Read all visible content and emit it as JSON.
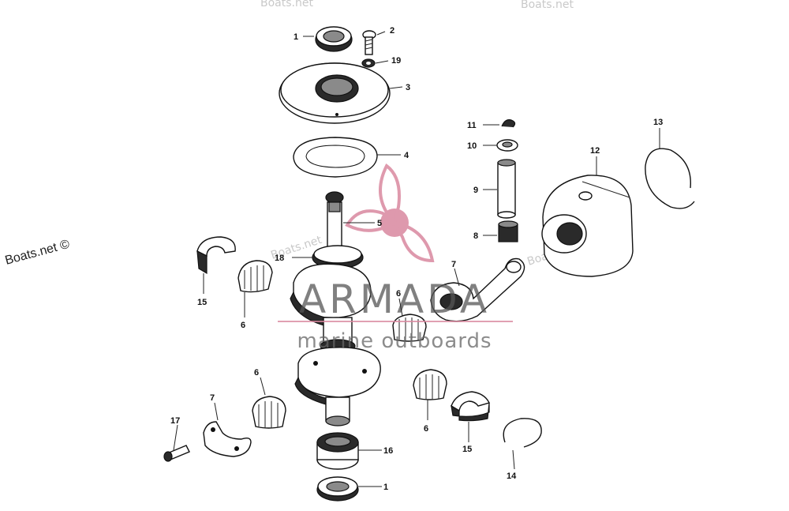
{
  "watermark": {
    "site_text": "Boats.net ©",
    "faint_text": "Boats.net",
    "brand_title": "ARMADA",
    "brand_subtitle": "marine outboards",
    "brand_colors": {
      "logo": "#d9889f",
      "title": "#555555",
      "rule": "#d9889f"
    }
  },
  "callouts": [
    {
      "id": "c1a",
      "label": "1"
    },
    {
      "id": "c2",
      "label": "2"
    },
    {
      "id": "c19",
      "label": "19"
    },
    {
      "id": "c3",
      "label": "3"
    },
    {
      "id": "c4",
      "label": "4"
    },
    {
      "id": "c5",
      "label": "5"
    },
    {
      "id": "c18",
      "label": "18"
    },
    {
      "id": "c15a",
      "label": "15"
    },
    {
      "id": "c6a",
      "label": "6"
    },
    {
      "id": "c11",
      "label": "11"
    },
    {
      "id": "c10",
      "label": "10"
    },
    {
      "id": "c9",
      "label": "9"
    },
    {
      "id": "c8",
      "label": "8"
    },
    {
      "id": "c7a",
      "label": "7"
    },
    {
      "id": "c12",
      "label": "12"
    },
    {
      "id": "c13",
      "label": "13"
    },
    {
      "id": "c6b",
      "label": "6"
    },
    {
      "id": "c6c",
      "label": "6"
    },
    {
      "id": "c7b",
      "label": "7"
    },
    {
      "id": "c17",
      "label": "17"
    },
    {
      "id": "c6d",
      "label": "6"
    },
    {
      "id": "c16",
      "label": "16"
    },
    {
      "id": "c15b",
      "label": "15"
    },
    {
      "id": "c14",
      "label": "14"
    },
    {
      "id": "c1b",
      "label": "1"
    }
  ]
}
